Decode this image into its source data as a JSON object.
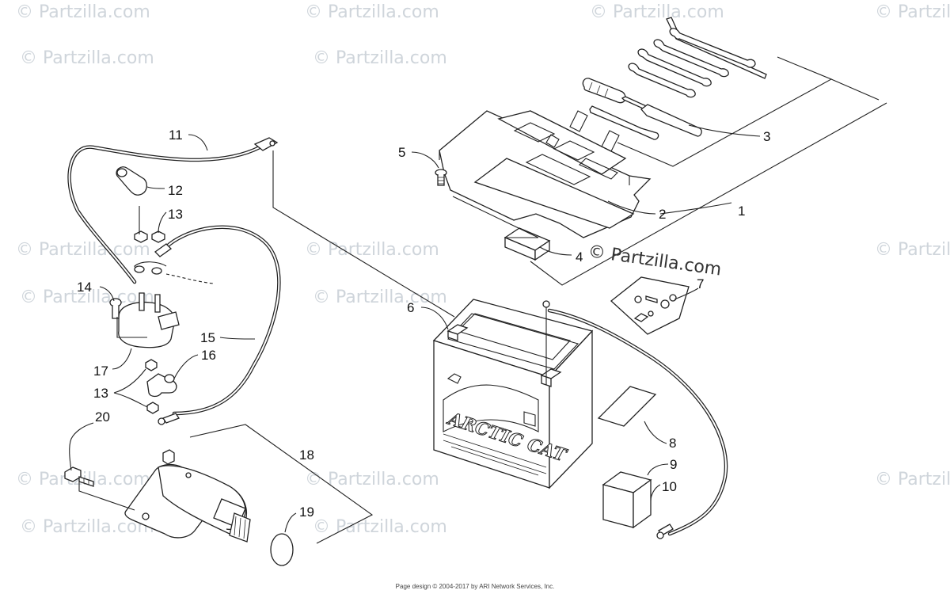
{
  "watermark": {
    "text": "© Partzilla.com",
    "center_text": "© Partzilla.com"
  },
  "callouts": [
    "1",
    "2",
    "3",
    "4",
    "5",
    "6",
    "7",
    "8",
    "9",
    "10",
    "11",
    "12",
    "13",
    "13",
    "14",
    "15",
    "16",
    "17",
    "18",
    "19",
    "20"
  ],
  "battery": {
    "brand": "ARCTIC CAT"
  },
  "footer": {
    "text": "Page design © 2004-2017 by ARI Network Services, Inc."
  }
}
